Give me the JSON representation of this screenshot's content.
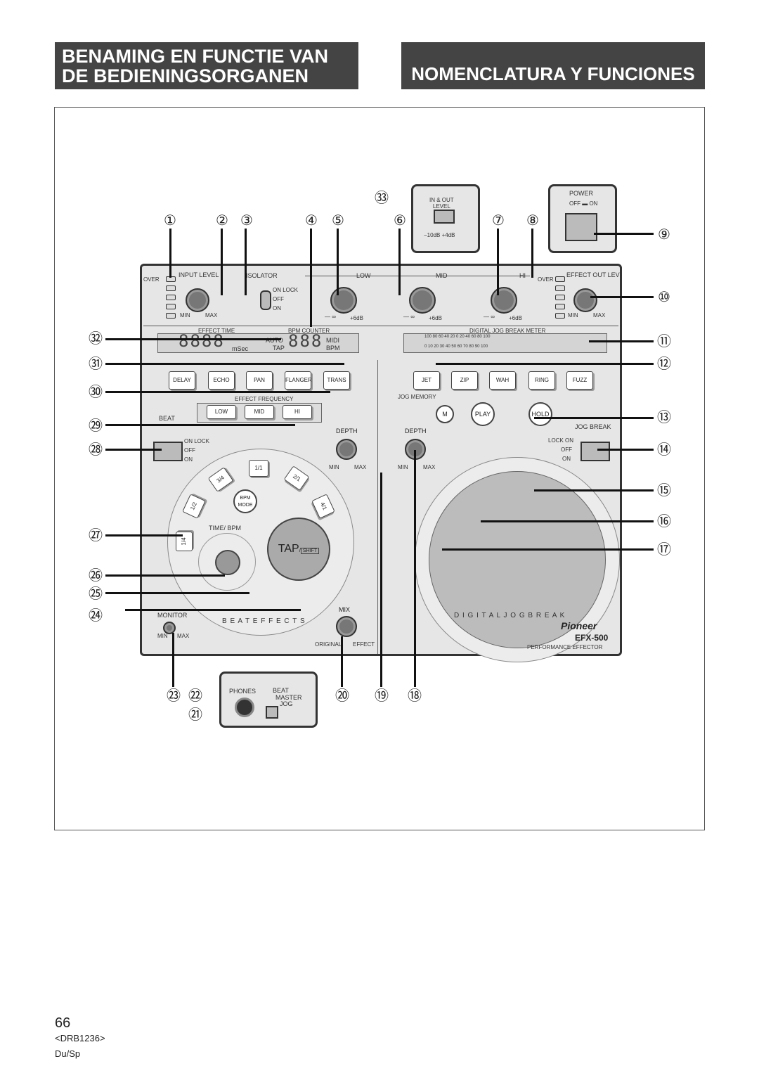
{
  "header": {
    "left_title_line1": "BENAMING EN FUNCTIE VAN",
    "left_title_line2": "DE BEDIENINGSORGANEN",
    "right_title": "NOMENCLATURA Y FUNCIONES"
  },
  "callouts": [
    "①",
    "②",
    "③",
    "④",
    "⑤",
    "⑥",
    "⑦",
    "⑧",
    "⑨",
    "⑩",
    "⑪",
    "⑫",
    "⑬",
    "⑭",
    "⑮",
    "⑯",
    "⑰",
    "⑱",
    "⑲",
    "⑳",
    "㉑",
    "㉒",
    "㉓",
    "㉔",
    "㉕",
    "㉖",
    "㉗",
    "㉘",
    "㉙",
    "㉚",
    "㉛",
    "㉜",
    "㉝"
  ],
  "device": {
    "power_label": "POWER",
    "power_off_on": "OFF ▬ ON",
    "in_out_level": "IN & OUT\nLEVEL",
    "level_values": "−10dB   +4dB",
    "input_level": "INPUT LEVEL",
    "over": "OVER",
    "min": "MIN",
    "max": "MAX",
    "isolator": "ISOLATOR",
    "low": "LOW",
    "mid": "MID",
    "hi": "HI",
    "effect_out_lev": "EFFECT OUT LEV",
    "on_lock": "ON LOCK",
    "off": "OFF",
    "on": "ON",
    "neg_inf": "— ∞",
    "plus6db": "+6dB",
    "effect_time": "EFFECT TIME",
    "bpm_counter": "BPM COUNTER",
    "digital_jog_break_meter": "DIGITAL JOG BREAK METER",
    "seg_digits": "8888",
    "seg_digits3": "888",
    "msec": "mSec",
    "auto": "AUTO",
    "tap": "TAP",
    "midi": "MIDI",
    "bpm": "BPM",
    "meter_top": "100 80 60 40 20 0 20 40 60 80 100",
    "meter_bottom": "0 10 20 30 40 50 60 70 80 90 100",
    "beat_buttons": [
      "DELAY",
      "ECHO",
      "PAN",
      "FLANGER",
      "TRANS"
    ],
    "jog_buttons": [
      "JET",
      "ZIP",
      "WAH",
      "RING",
      "FUZZ"
    ],
    "effect_frequency": "EFFECT FREQUENCY",
    "freq_buttons": [
      "LOW",
      "MID",
      "HI"
    ],
    "beat_effects_label": "BEAT",
    "jog_memory": "JOG MEMORY",
    "m": "M",
    "play": "PLAY",
    "hold": "HOLD",
    "depth": "DEPTH",
    "jog_break": "JOG BREAK",
    "lock_on": "LOCK ON",
    "beat_fracs": [
      "1/4",
      "1/2",
      "3/4",
      "1/1",
      "2/1",
      "4/1"
    ],
    "bpm_mode": "BPM\nMODE",
    "time_bpm": "TIME/ BPM",
    "tap_shift": "TAP",
    "shift": "SHIFT",
    "beat_effects_arc": "B E A T   E F F E C T S",
    "digital_jog_break_arc": "D I G I T A L   J O G   B R E A K",
    "mix": "MIX",
    "original": "ORIGINAL",
    "effect": "EFFECT",
    "monitor": "MONITOR",
    "brand": "Pioneer",
    "model": "EFX-500",
    "performance_effector": "PERFORMANCE EFFECTOR",
    "phones": "PHONES",
    "beat": "BEAT",
    "master": "MASTER",
    "jog": "JOG"
  },
  "footer": {
    "page_number": "66",
    "doc_code": "<DRB1236>",
    "lang": "Du/Sp"
  }
}
